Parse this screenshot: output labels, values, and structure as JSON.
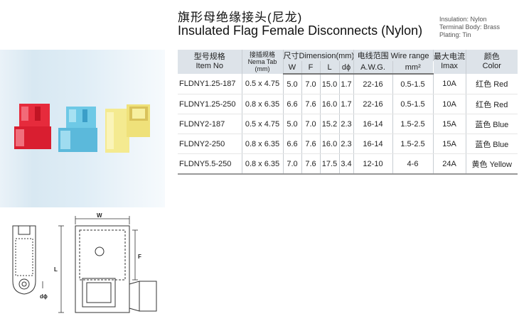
{
  "title": {
    "cn": "旗形母绝缘接头(尼龙)",
    "en": "Insulated Flag Female Disconnects (Nylon)"
  },
  "specs": [
    "Insulation: Nylon",
    "Terminal Body: Brass",
    "Plating: Tin"
  ],
  "table": {
    "headers": {
      "item_cn": "型号规格",
      "item_en": "Item No",
      "tab_cn": "接插规格",
      "tab_en": "Nema Tab",
      "tab_unit": "(mm)",
      "dimension": "尺寸Dimension(mm)",
      "wire": "电线范围 Wire range",
      "imax_cn": "最大电流",
      "imax_en": "Imax",
      "color_cn": "颜色",
      "color_en": "Color",
      "w": "W",
      "f": "F",
      "l": "L",
      "d": "dϕ",
      "awg": "A.W.G.",
      "mm2": "mm²"
    },
    "rows": [
      {
        "item": "FLDNY1.25-187",
        "tab": "0.5 x 4.75",
        "w": "5.0",
        "f": "7.0",
        "l": "15.0",
        "d": "1.7",
        "awg": "22-16",
        "mm2": "0.5-1.5",
        "imax": "10A",
        "color": "红色 Red"
      },
      {
        "item": "FLDNY1.25-250",
        "tab": "0.8 x 6.35",
        "w": "6.6",
        "f": "7.6",
        "l": "16.0",
        "d": "1.7",
        "awg": "22-16",
        "mm2": "0.5-1.5",
        "imax": "10A",
        "color": "红色 Red"
      },
      {
        "item": "FLDNY2-187",
        "tab": "0.5 x 4.75",
        "w": "5.0",
        "f": "7.0",
        "l": "15.2",
        "d": "2.3",
        "awg": "16-14",
        "mm2": "1.5-2.5",
        "imax": "15A",
        "color": "蓝色 Blue"
      },
      {
        "item": "FLDNY2-250",
        "tab": "0.8 x 6.35",
        "w": "6.6",
        "f": "7.6",
        "l": "16.0",
        "d": "2.3",
        "awg": "16-14",
        "mm2": "1.5-2.5",
        "imax": "15A",
        "color": "蓝色 Blue"
      },
      {
        "item": "FLDNY5.5-250",
        "tab": "0.8 x 6.35",
        "w": "7.0",
        "f": "7.6",
        "l": "17.5",
        "d": "3.4",
        "awg": "12-10",
        "mm2": "4-6",
        "imax": "24A",
        "color": "黄色 Yellow"
      }
    ]
  },
  "drawing": {
    "w": "W",
    "l": "L",
    "f": "F",
    "d": "dϕ"
  },
  "colors": {
    "header_bg": "#dde3e9",
    "red": "#e8303f",
    "blue": "#6cc8e4",
    "yellow": "#f3e98a"
  }
}
